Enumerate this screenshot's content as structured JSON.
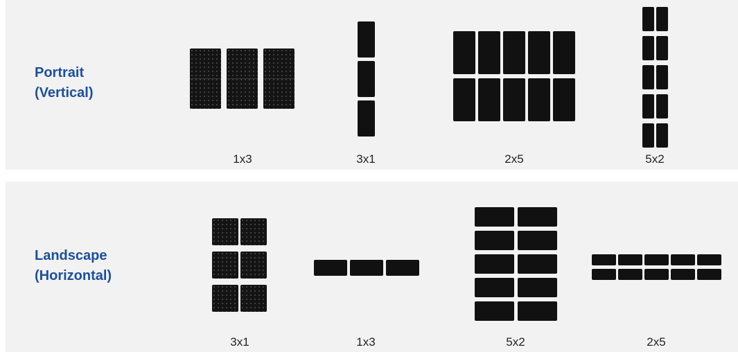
{
  "sections": [
    {
      "title_line1": "Portrait",
      "title_line2": "(Vertical)",
      "arrays": [
        "1x3",
        "3x1",
        "2x5",
        "5x2"
      ]
    },
    {
      "title_line1": "Landscape",
      "title_line2": "(Horizontal)",
      "arrays": [
        "3x1",
        "1x3",
        "5x2",
        "2x5"
      ]
    }
  ],
  "colors": {
    "panel_background": "#f2f2f2",
    "title_text": "#1b4f9c",
    "module_fill": "#111111"
  }
}
